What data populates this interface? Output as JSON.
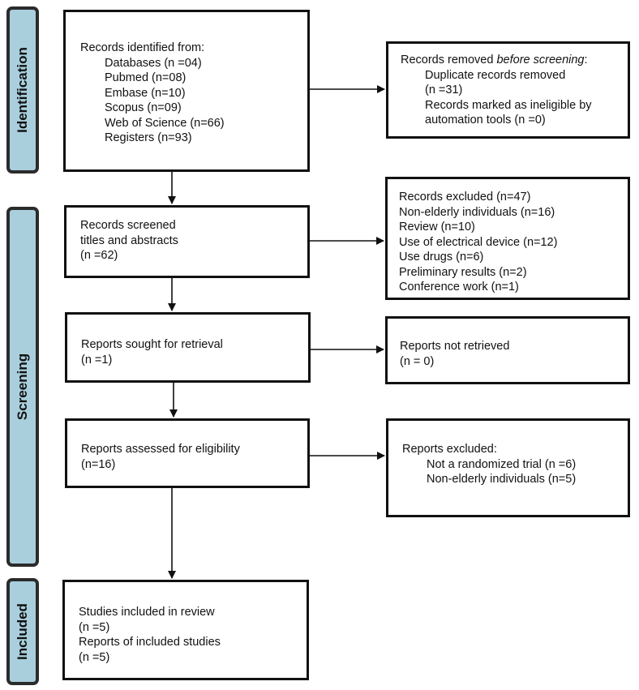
{
  "phases": {
    "identification": "Identification",
    "screening": "Screening",
    "included": "Included"
  },
  "identified": {
    "title": "Records identified from:",
    "items": [
      "Databases (n =04)",
      "Pubmed (n=08)",
      "Embase (n=10)",
      "Scopus (n=09)",
      "Web of Science (n=66)",
      "Registers (n=93)"
    ]
  },
  "removed": {
    "title_prefix": "Records removed ",
    "title_emph": "before screening",
    "title_suffix": ":",
    "items": [
      "Duplicate records removed",
      "(n =31)",
      "Records marked as ineligible by",
      "automation tools (n =0)"
    ]
  },
  "screened": {
    "lines": [
      "Records screened",
      "titles and abstracts",
      "(n =62)"
    ]
  },
  "excluded_records": {
    "lines": [
      "Records excluded (n=47)",
      "Non-elderly individuals (n=16)",
      "Review (n=10)",
      "Use of electrical device (n=12)",
      "Use drugs (n=6)",
      "Preliminary results (n=2)",
      "Conference work (n=1)"
    ]
  },
  "sought": {
    "lines": [
      "Reports sought for retrieval",
      "(n =1)"
    ]
  },
  "not_retrieved": {
    "lines": [
      "Reports not retrieved",
      "(n = 0)"
    ]
  },
  "assessed": {
    "lines": [
      "Reports assessed for eligibility",
      "(n=16)"
    ]
  },
  "reports_excluded": {
    "title": "Reports excluded:",
    "items": [
      "Not a randomized trial (n =6)",
      "Non-elderly individuals (n=5)"
    ]
  },
  "included_studies": {
    "lines": [
      "Studies included in review",
      "(n =5)",
      "Reports of included studies",
      "(n =5)"
    ]
  }
}
